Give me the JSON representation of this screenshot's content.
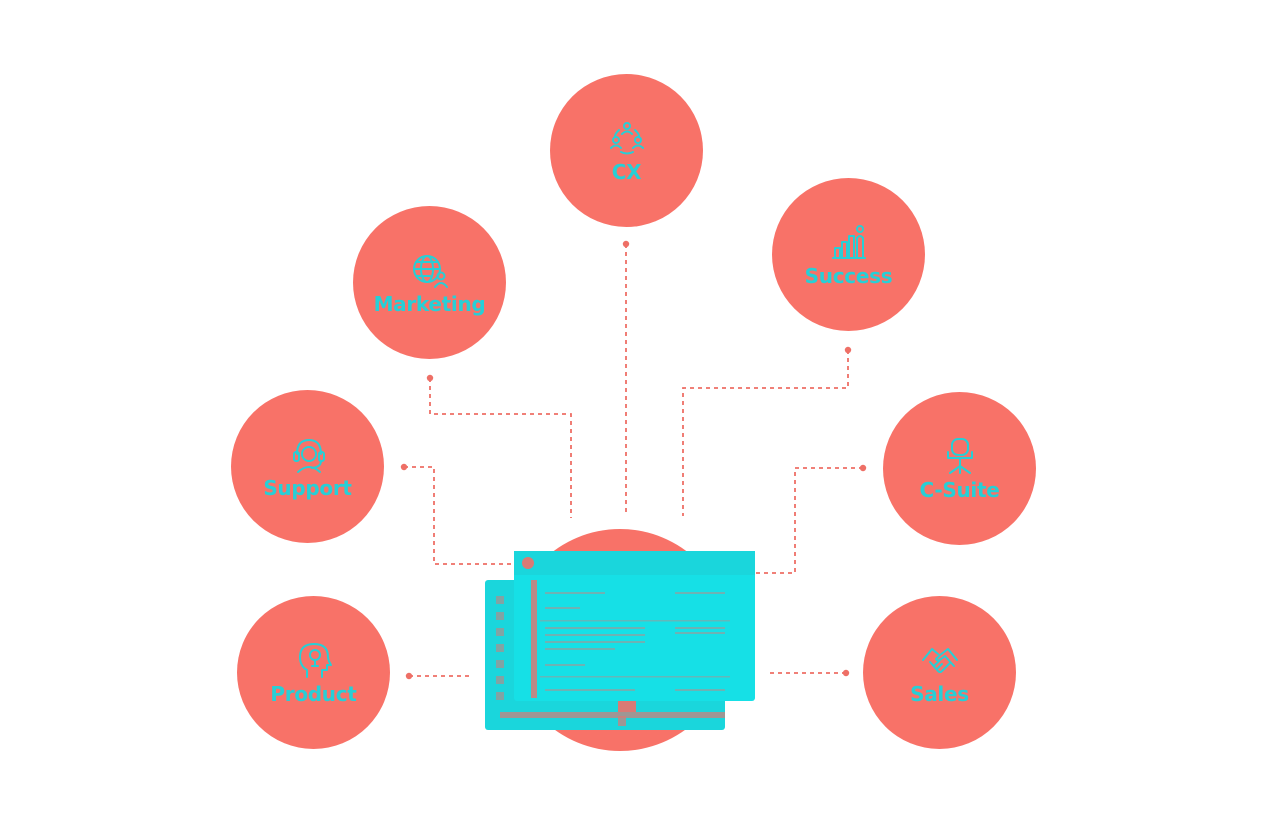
{
  "colors": {
    "node": "#f87268",
    "label": "#27cfd6",
    "connector": "#ee6f66",
    "window_front": "#16e0e6",
    "window_back": "#1ad6dc",
    "window_detail": "#d97a75"
  },
  "center": {
    "name": "dashboard",
    "icon": "dashboard-windows-icon"
  },
  "nodes": [
    {
      "id": "cx",
      "label": "CX",
      "icon": "people-cycle-icon"
    },
    {
      "id": "marketing",
      "label": "Marketing",
      "icon": "globe-person-icon"
    },
    {
      "id": "success",
      "label": "Success",
      "icon": "bar-chart-person-icon"
    },
    {
      "id": "support",
      "label": "Support",
      "icon": "headset-person-icon"
    },
    {
      "id": "c-suite",
      "label": "C-Suite",
      "icon": "office-chair-icon"
    },
    {
      "id": "product",
      "label": "Product",
      "icon": "head-lightbulb-icon"
    },
    {
      "id": "sales",
      "label": "Sales",
      "icon": "handshake-icon"
    }
  ]
}
